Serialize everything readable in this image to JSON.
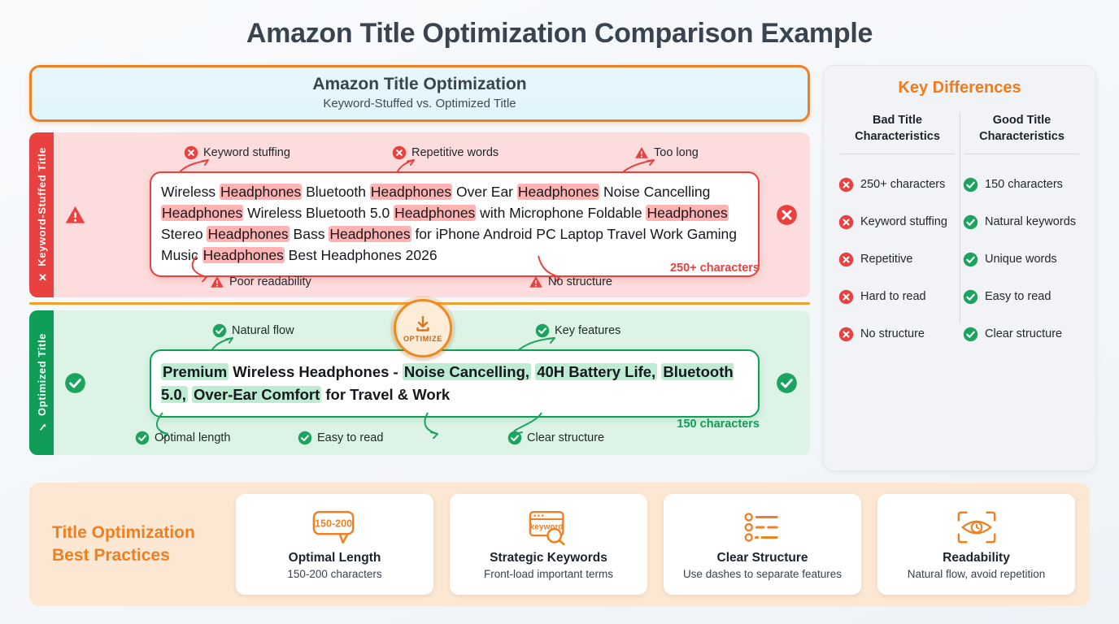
{
  "page_title": "Amazon Title Optimization Comparison Example",
  "banner": {
    "title": "Amazon Title Optimization",
    "subtitle": "Keyword-Stuffed vs. Optimized Title"
  },
  "colors": {
    "bad_red": "#e8413f",
    "good_green": "#0f9d58",
    "accent_orange": "#ef8023",
    "bad_bg": "#fcdcdc",
    "good_bg": "#dcf3e6",
    "practices_bg": "#fce7d2",
    "banner_bg": "#e3f5fb"
  },
  "bad_section": {
    "tab_label": "✕ Keyword-Stuffed Title",
    "left_badge_icon": "warning-triangle-icon",
    "right_badge_icon": "circle-x-icon",
    "char_count": "250+ characters",
    "annotations_top": [
      {
        "label": "Keyword stuffing",
        "icon": "circle-x-icon"
      },
      {
        "label": "Repetitive words",
        "icon": "circle-x-icon"
      },
      {
        "label": "Too long",
        "icon": "warning-triangle-icon"
      }
    ],
    "annotations_bottom": [
      {
        "label": "Poor readability",
        "icon": "warning-triangle-icon"
      },
      {
        "label": "No structure",
        "icon": "warning-triangle-icon"
      }
    ],
    "title_parts": [
      {
        "t": "Wireless ",
        "hl": false
      },
      {
        "t": "Headphones",
        "hl": true
      },
      {
        "t": " Bluetooth ",
        "hl": false
      },
      {
        "t": "Headphones",
        "hl": true
      },
      {
        "t": " Over Ear ",
        "hl": false
      },
      {
        "t": "Headphones",
        "hl": true
      },
      {
        "t": " Noise Cancelling ",
        "hl": false
      },
      {
        "t": "Headphones",
        "hl": true
      },
      {
        "t": " Wireless Bluetooth 5.0 ",
        "hl": false
      },
      {
        "t": "Headphones",
        "hl": true
      },
      {
        "t": " with Microphone Foldable ",
        "hl": false
      },
      {
        "t": "Headphones",
        "hl": true
      },
      {
        "t": " Stereo ",
        "hl": false
      },
      {
        "t": "Headphones",
        "hl": true
      },
      {
        "t": " Bass ",
        "hl": false
      },
      {
        "t": "Headphones",
        "hl": true
      },
      {
        "t": " for iPhone Android PC Laptop Travel Work Gaming Music ",
        "hl": false
      },
      {
        "t": "Headphones",
        "hl": true
      },
      {
        "t": " Best Headphones 2026",
        "hl": false
      }
    ]
  },
  "good_section": {
    "tab_label": "✓ Optimized Title",
    "left_badge_icon": "circle-check-icon",
    "right_badge_icon": "circle-check-icon",
    "char_count": "150 characters",
    "annotations_top": [
      {
        "label": "Natural flow",
        "icon": "circle-check-icon"
      },
      {
        "label": "Key features",
        "icon": "circle-check-icon"
      }
    ],
    "annotations_bottom": [
      {
        "label": "Optimal length",
        "icon": "circle-check-icon"
      },
      {
        "label": "Easy to read",
        "icon": "circle-check-icon"
      },
      {
        "label": "Clear structure",
        "icon": "circle-check-icon"
      }
    ],
    "title_parts": [
      {
        "t": "Premium",
        "hl": true
      },
      {
        "t": " Wireless Headphones - ",
        "hl": false
      },
      {
        "t": "Noise Cancelling,",
        "hl": true
      },
      {
        "t": " ",
        "hl": false
      },
      {
        "t": "40H Battery Life,",
        "hl": true
      },
      {
        "t": " ",
        "hl": false
      },
      {
        "t": "Bluetooth 5.0,",
        "hl": true
      },
      {
        "t": " ",
        "hl": false
      },
      {
        "t": "Over-Ear Comfort",
        "hl": true
      },
      {
        "t": " for Travel & Work",
        "hl": false
      }
    ]
  },
  "optimize_badge": {
    "label": "OPTIMIZE",
    "icon": "download-arrow-icon"
  },
  "key_differences": {
    "title": "Key Differences",
    "bad_header": "Bad Title\nCharacteristics",
    "bad_header_line1": "Bad Title",
    "bad_header_line2": "Characteristics",
    "good_header_line1": "Good Title",
    "good_header_line2": "Characteristics",
    "bad_items": [
      "250+ characters",
      "Keyword stuffing",
      "Repetitive",
      "Hard to read",
      "No structure"
    ],
    "good_items": [
      "150 characters",
      "Natural keywords",
      "Unique words",
      "Easy to read",
      "Clear structure"
    ]
  },
  "best_practices": {
    "title_line1": "Title Optimization",
    "title_line2": "Best Practices",
    "cards": [
      {
        "icon": "speech-bubble-150-200-icon",
        "icon_text": "150-200",
        "name": "Optimal Length",
        "desc": "150-200 characters"
      },
      {
        "icon": "keyword-search-icon",
        "icon_text": "keyword",
        "name": "Strategic Keywords",
        "desc": "Front-load important terms"
      },
      {
        "icon": "bullet-list-icon",
        "name": "Clear Structure",
        "desc": "Use dashes to separate features"
      },
      {
        "icon": "eye-scan-icon",
        "name": "Readability",
        "desc": "Natural flow, avoid repetition"
      }
    ]
  }
}
